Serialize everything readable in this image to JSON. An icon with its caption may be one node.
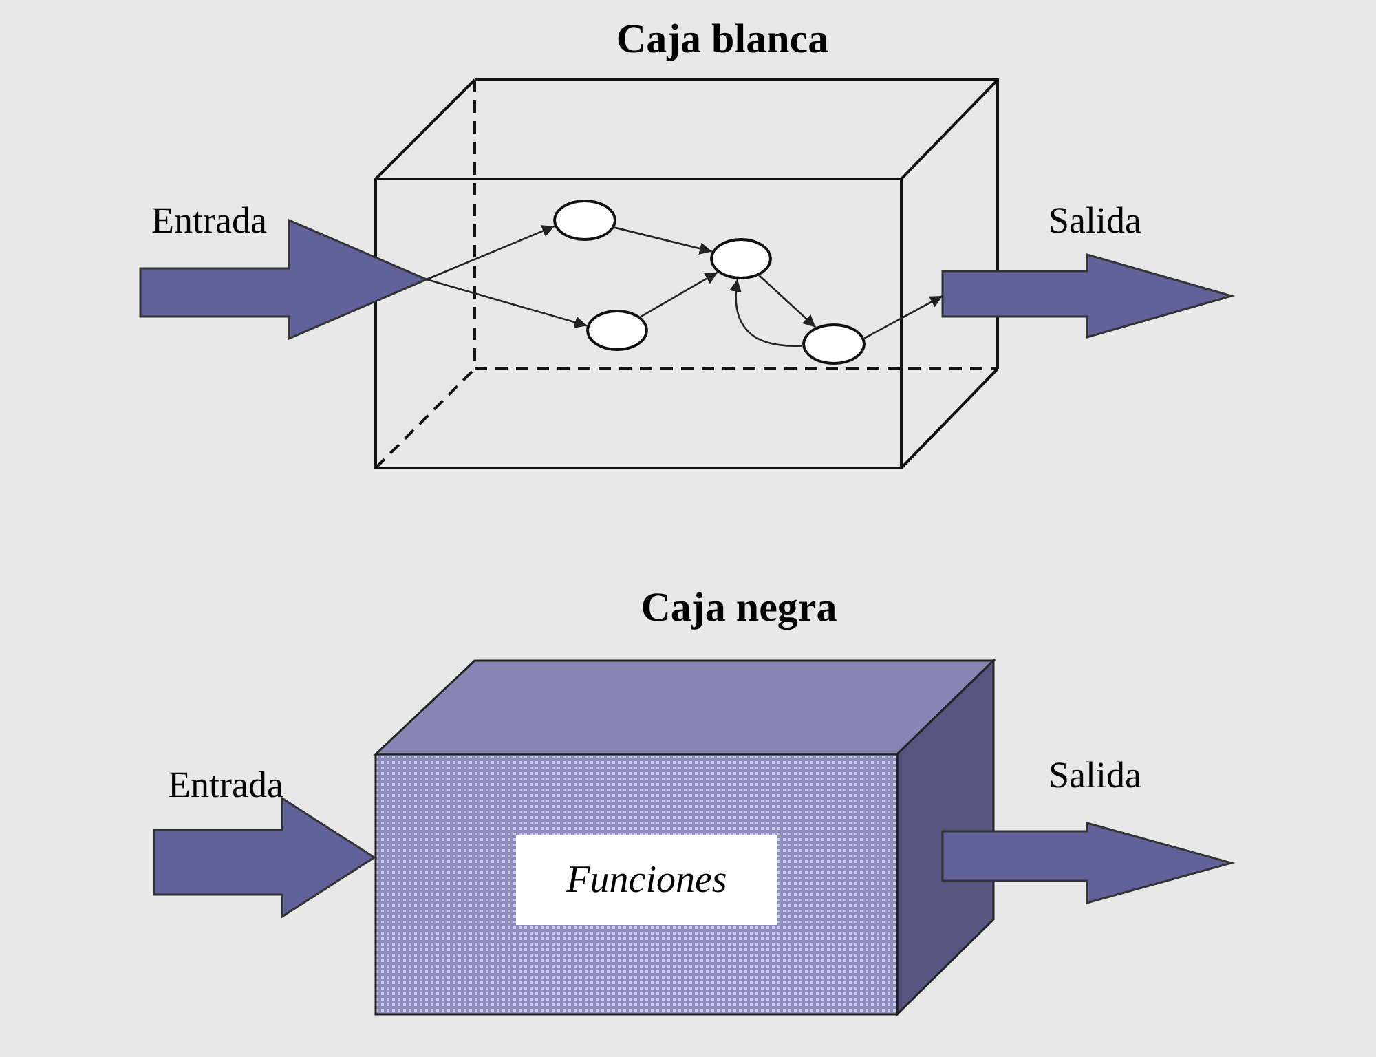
{
  "diagram": {
    "nodes": [
      {
        "text": [
          "Caja blanca"
        ]
      },
      {
        "text": [],
        "shape": "arrow",
        "beside": [
          "Entrada"
        ]
      },
      {
        "text": [],
        "shape": "circle",
        "in": 0
      },
      {
        "text": [],
        "shape": "circle",
        "in": 0
      },
      {
        "text": [],
        "shape": "circle",
        "in": 0
      },
      {
        "text": [],
        "shape": "circle",
        "in": 0
      },
      {
        "text": [],
        "shape": "arrow",
        "beside": [
          "Salida"
        ]
      },
      {
        "text": [
          "Caja negra"
        ]
      },
      {
        "text": [
          "Funciones"
        ],
        "in": 7
      },
      {
        "text": [],
        "shape": "arrow",
        "beside": [
          "Entrada"
        ]
      },
      {
        "text": [],
        "shape": "arrow",
        "beside": [
          "Salida"
        ]
      }
    ],
    "edges": [
      {
        "from": 1,
        "to": 2,
        "arrow": "to"
      },
      {
        "from": 1,
        "to": 3,
        "arrow": "to"
      },
      {
        "from": 2,
        "to": 4,
        "arrow": "to"
      },
      {
        "from": 3,
        "to": 4,
        "arrow": "to"
      },
      {
        "from": 4,
        "to": 5,
        "arrow": "to"
      },
      {
        "from": 5,
        "to": 4,
        "arrow": "to"
      },
      {
        "from": 5,
        "to": 6,
        "arrow": "to"
      }
    ]
  }
}
